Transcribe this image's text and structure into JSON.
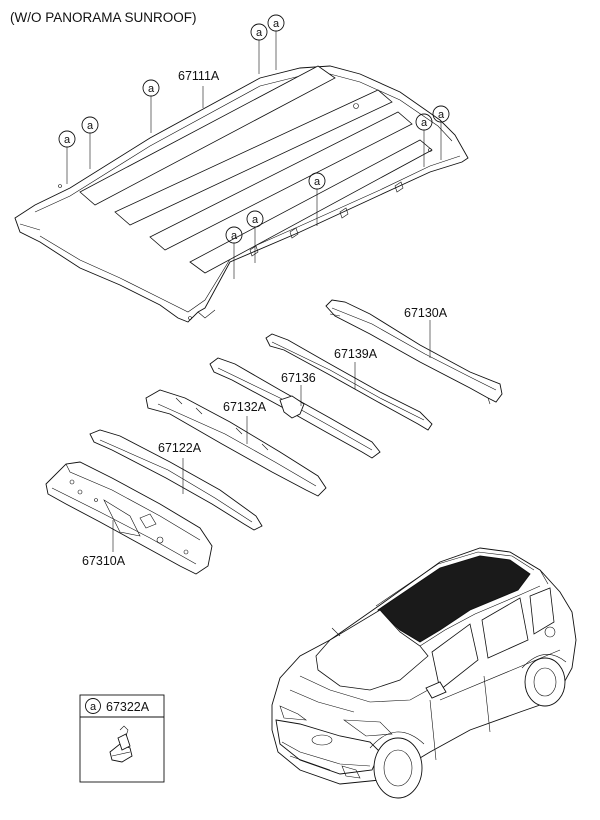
{
  "header": {
    "note": "(W/O PANORAMA SUNROOF)"
  },
  "parts": [
    {
      "code": "67111A"
    },
    {
      "code": "67130A"
    },
    {
      "code": "67139A"
    },
    {
      "code": "67136"
    },
    {
      "code": "67132A"
    },
    {
      "code": "67122A"
    },
    {
      "code": "67310A"
    }
  ],
  "fastener": {
    "marker": "a",
    "code": "67322A"
  }
}
